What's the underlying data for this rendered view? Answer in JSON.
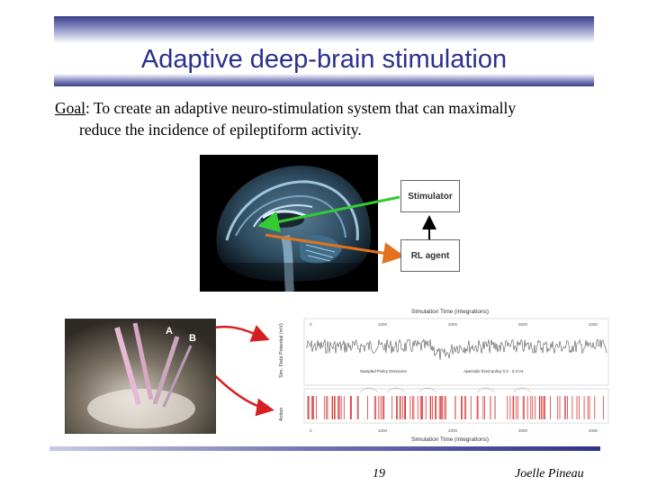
{
  "slide": {
    "title": "Adaptive deep-brain stimulation",
    "goal_label": "Goal",
    "goal_text_1": ":  To create an adaptive neuro-stimulation system that can maximally",
    "goal_text_2": "reduce the incidence of epileptiform activity."
  },
  "diagram": {
    "stimulator_label": "Stimulator",
    "agent_label": "RL agent",
    "arrow_colors": {
      "stimulator": "#33cc33",
      "agent": "#e2731c"
    }
  },
  "photo": {
    "label_a": "A",
    "label_b": "B"
  },
  "plot": {
    "top_axis_title": "Simulation Time (integrations)",
    "bottom_axis_title": "Simulation Time (integrations)",
    "y_label_top": "Sim. Field Potential (mV)",
    "y_label_bottom": "Action",
    "ticks": [
      "0",
      "1000",
      "2000",
      "3000",
      "4000"
    ],
    "annotation_left": "Sampled Policy Decisions",
    "annotation_right": "Aperiodic fixed policy 0.2 - 2.4 Hz"
  },
  "footer": {
    "page_number": "19",
    "author": "Joelle Pineau"
  }
}
